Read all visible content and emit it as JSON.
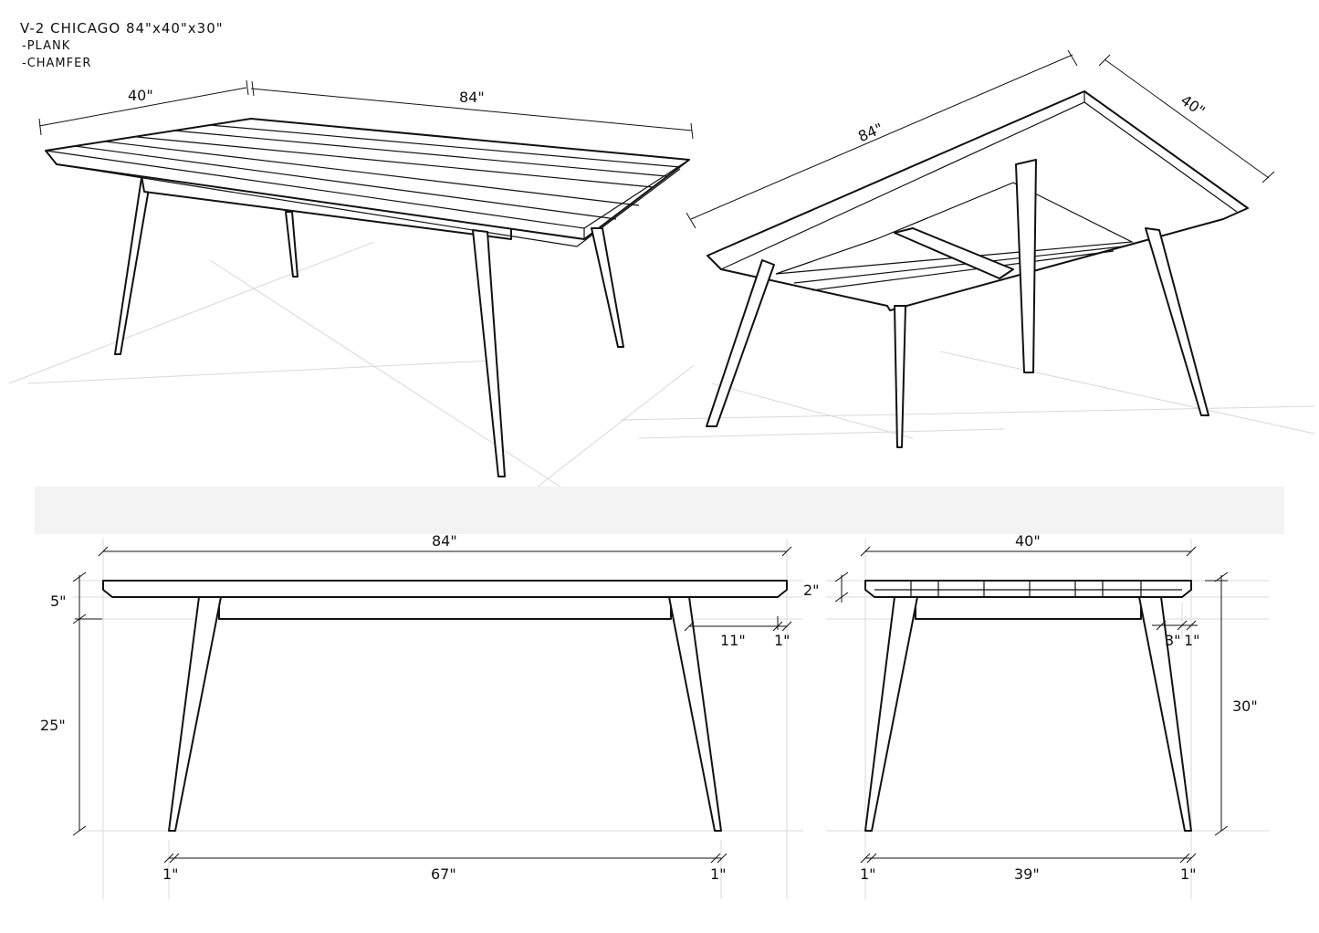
{
  "title_block": {
    "title": "V-2 CHICAGO  84\"x40\"x30\"",
    "notes": [
      "-PLANK",
      "-CHAMFER"
    ]
  },
  "perspective_top_view": {
    "width_label": "40\"",
    "length_label": "84\""
  },
  "perspective_under_view": {
    "length_label": "84\"",
    "width_label": "40\""
  },
  "front_elevation": {
    "length_label": "84\"",
    "top_thickness_label": "5\"",
    "leg_height_label": "25\"",
    "leg_inset_label": "11\"",
    "overhang_label": "1\"",
    "foot_left_label": "1\"",
    "foot_span_label": "67\"",
    "foot_right_label": "1\""
  },
  "side_elevation": {
    "width_label": "40\"",
    "top_thickness_label": "2\"",
    "leg_inset_label": "3\"",
    "overhang_label": "1\"",
    "height_label": "30\"",
    "foot_left_label": "1\"",
    "foot_span_label": "39\"",
    "foot_right_label": "1\""
  }
}
